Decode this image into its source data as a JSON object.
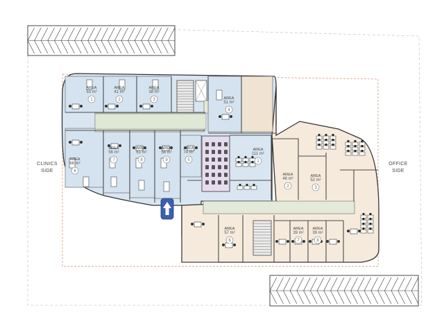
{
  "sides": {
    "clinics": [
      "CLINICS",
      "SIDE"
    ],
    "office": [
      "OFFICE",
      "SIDE"
    ]
  },
  "rooms": [
    {
      "id": "c1",
      "num": "1",
      "area": "53 m²",
      "name": "AREA"
    },
    {
      "id": "c2",
      "num": "2",
      "area": "41 m²",
      "name": "AREA"
    },
    {
      "id": "c3",
      "num": "3",
      "area": "38 m²",
      "name": "AREA"
    },
    {
      "id": "c4",
      "num": "4",
      "area": "51 m²",
      "name": "AREA"
    },
    {
      "id": "c5",
      "num": "5",
      "area": "74 m²",
      "name": "AREA"
    },
    {
      "id": "c6",
      "num": "6",
      "area": "66 m²",
      "name": "AREA"
    },
    {
      "id": "c7",
      "num": "7",
      "area": "56 m²",
      "name": "AREA"
    },
    {
      "id": "c8",
      "num": "8",
      "area": "61 m²",
      "name": "AREA"
    },
    {
      "id": "c9",
      "num": "9",
      "area": "58 m²",
      "name": "AREA"
    },
    {
      "id": "o1",
      "num": "1",
      "area": "111 m²",
      "name": "AREA"
    },
    {
      "id": "o2",
      "num": "2",
      "area": "46 m²",
      "name": "AREA"
    },
    {
      "id": "o3",
      "num": "3",
      "area": "52 m²",
      "name": "AREA"
    },
    {
      "id": "o6",
      "num": "6",
      "area": "57 m²",
      "name": "AREA"
    },
    {
      "id": "o7",
      "num": "7",
      "area": "39 m²",
      "name": "AREA"
    },
    {
      "id": "o8",
      "num": "8",
      "area": "39 m²",
      "name": "AREA"
    }
  ],
  "colors": {
    "clinic_fill": "#d9e6f1",
    "office_fill": "#f6eadc",
    "corridor_fill": "#e3ead9",
    "core_fill": "#e6dcef",
    "entry_arrow": "#3a5fb0",
    "boundary": "#d08a6a"
  },
  "icons": [
    "entrance-arrow-icon",
    "staircase-icon",
    "parking-stalls-icon"
  ]
}
